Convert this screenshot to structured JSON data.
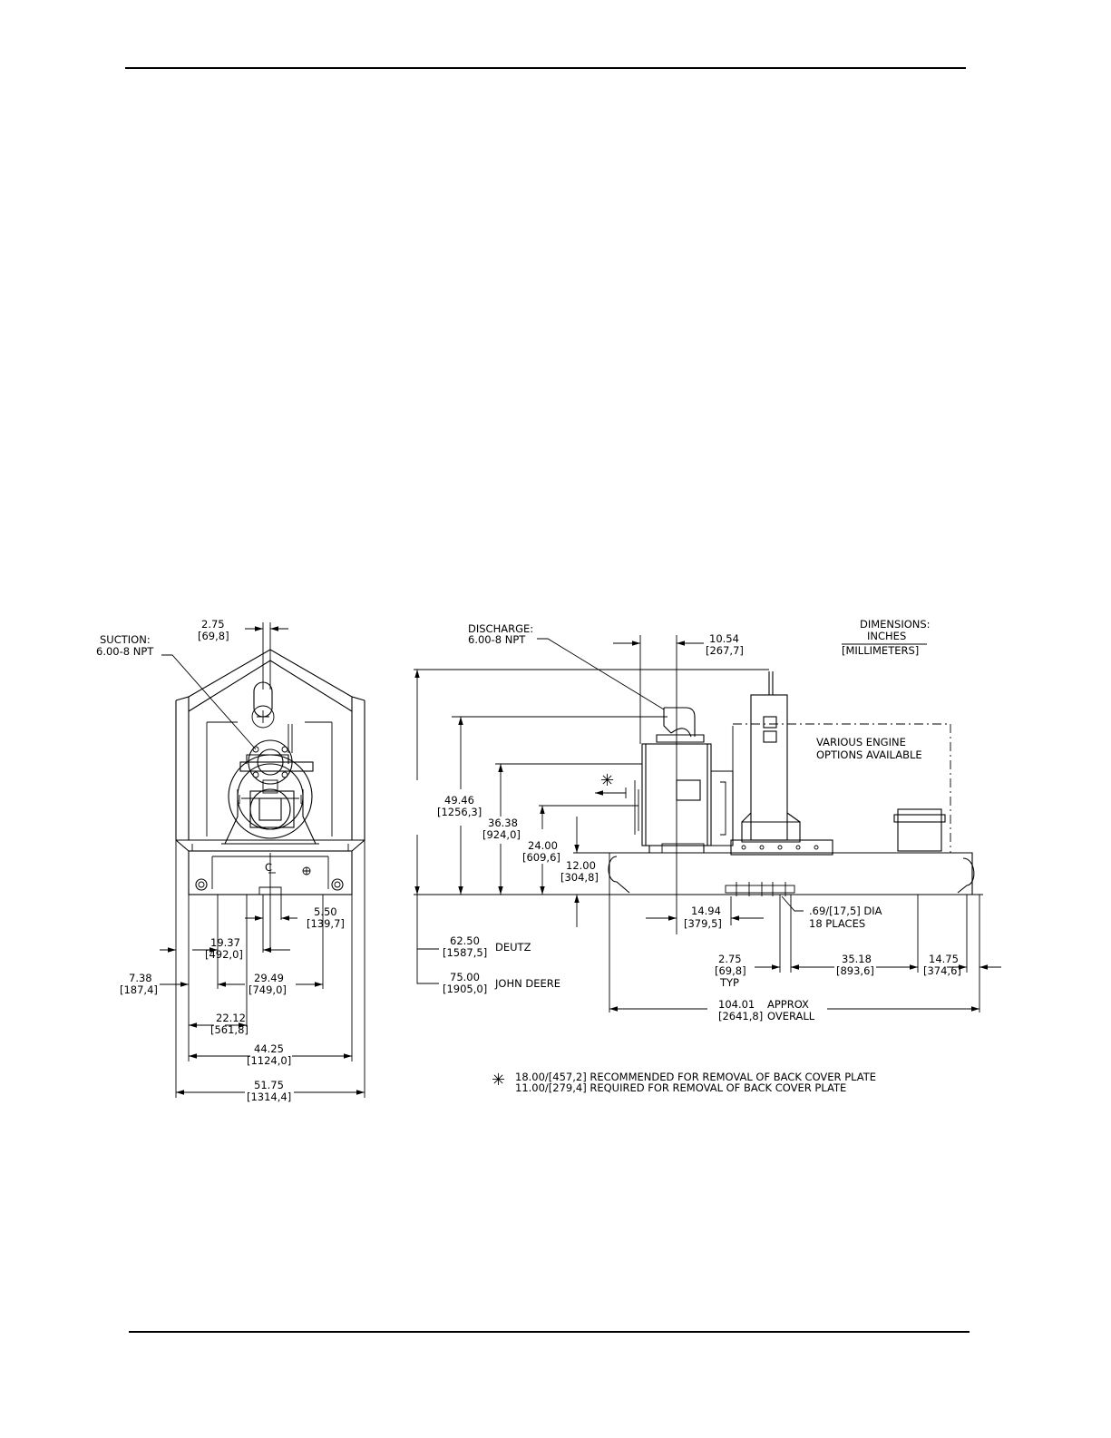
{
  "labels": {
    "suction_title": "SUCTION:",
    "suction_size": "6.00-8 NPT",
    "discharge_title": "DISCHARGE:",
    "discharge_size": "6.00-8 NPT",
    "dim_units_title": "DIMENSIONS:",
    "dim_units_inches": "INCHES",
    "dim_units_mm": "[MILLIMETERS]",
    "engine_note_1": "VARIOUS ENGINE",
    "engine_note_2": "OPTIONS AVAILABLE",
    "centerline": "C",
    "asterisk": "✳",
    "footnote_1": "18.00/[457,2] RECOMMENDED FOR REMOVAL OF BACK COVER PLATE",
    "footnote_2": "11.00/[279,4] REQUIRED FOR REMOVAL OF BACK COVER PLATE",
    "hole_note_1": ".69/[17,5] DIA",
    "hole_note_2": "18 PLACES"
  },
  "dims": {
    "d_2_75_top": "2.75",
    "d_2_75_top_mm": "[69,8]",
    "d_10_54": "10.54",
    "d_10_54_mm": "[267,7]",
    "d_49_46": "49.46",
    "d_49_46_mm": "[1256,3]",
    "d_36_38": "36.38",
    "d_36_38_mm": "[924,0]",
    "d_24_00": "24.00",
    "d_24_00_mm": "[609,6]",
    "d_12_00": "12.00",
    "d_12_00_mm": "[304,8]",
    "d_5_50": "5.50",
    "d_5_50_mm": "[139,7]",
    "d_19_37": "19.37",
    "d_19_37_mm": "[492,0]",
    "d_7_38": "7.38",
    "d_7_38_mm": "[187,4]",
    "d_29_49": "29.49",
    "d_29_49_mm": "[749,0]",
    "d_22_12": "22.12",
    "d_22_12_mm": "[561,8]",
    "d_44_25": "44.25",
    "d_44_25_mm": "[1124,0]",
    "d_51_75": "51.75",
    "d_51_75_mm": "[1314,4]",
    "d_14_94": "14.94",
    "d_14_94_mm": "[379,5]",
    "d_62_50": "62.50",
    "d_62_50_mm": "[1587,5]",
    "d_62_50_note": "DEUTZ",
    "d_75_00": "75.00",
    "d_75_00_mm": "[1905,0]",
    "d_75_00_note": "JOHN DEERE",
    "d_2_75_bot": "2.75",
    "d_2_75_bot_mm": "[69,8]",
    "d_2_75_bot_note": "TYP",
    "d_35_18": "35.18",
    "d_35_18_mm": "[893,6]",
    "d_14_75": "14.75",
    "d_14_75_mm": "[374,6]",
    "d_104_01": "104.01",
    "d_104_01_note": "APPROX",
    "d_104_01_mm": "[2641,8]",
    "d_104_01_note2": "OVERALL"
  }
}
